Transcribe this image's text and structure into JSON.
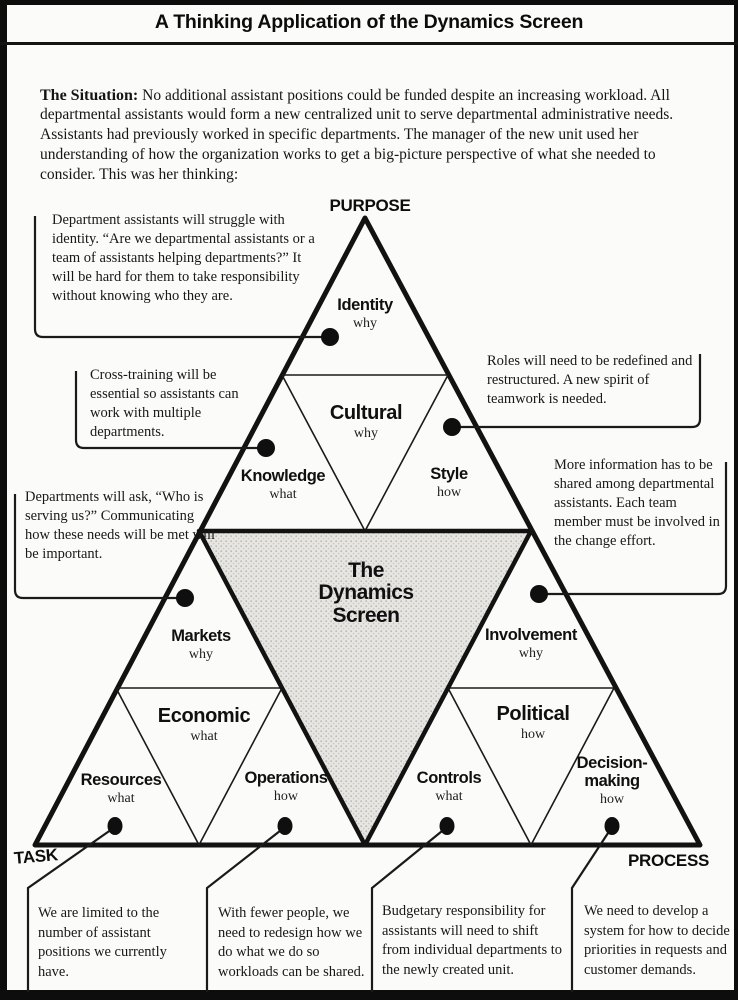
{
  "page": {
    "title": "A Thinking Application of the Dynamics Screen"
  },
  "situation": {
    "label": "The Situation:",
    "text": "No additional assistant positions could be funded despite an increasing workload. All departmental assistants would form a new centralized unit to serve departmental administrative needs. Assistants had previously worked in specific departments. The manager of the new unit used her understanding of how the organization works to get a big-picture perspective of what she needed to consider. This was her thinking:"
  },
  "triangle": {
    "corners": {
      "top": "PURPOSE",
      "bottom_left": "TASK",
      "bottom_right": "PROCESS"
    },
    "center": {
      "lines": [
        "The",
        "Dynamics",
        "Screen"
      ]
    },
    "sections": [
      {
        "name": "Identity",
        "sub": "why"
      },
      {
        "name": "Cultural",
        "sub": "why"
      },
      {
        "name": "Knowledge",
        "sub": "what"
      },
      {
        "name": "Style",
        "sub": "how"
      },
      {
        "name": "Markets",
        "sub": "why"
      },
      {
        "name": "Involvement",
        "sub": "why"
      },
      {
        "name": "Economic",
        "sub": "what"
      },
      {
        "name": "Political",
        "sub": "how"
      },
      {
        "name": "Resources",
        "sub": "what"
      },
      {
        "name": "Operations",
        "sub": "how"
      },
      {
        "name": "Controls",
        "sub": "what"
      },
      {
        "name": "Decision-making",
        "sub": "how"
      }
    ]
  },
  "callouts": {
    "identity": "Department assistants will struggle with identity. “Are we departmental assistants or a team of assistants helping departments?” It will be hard for them to take responsibility without knowing who they are.",
    "knowledge": "Cross-training will be essential so assistants can work with multiple departments.",
    "style": "Roles will need to be redefined and restructured. A new spirit of teamwork is needed.",
    "markets": "Departments will ask, “Who is serving us?” Communicating how these needs will be met will be important.",
    "involvement": "More information has to be shared among departmental assistants. Each team member must be involved in the change effort.",
    "resources": "We are limited to the number of assistant positions we currently have.",
    "operations": "With fewer people, we need to redesign how we do what we do so workloads can be shared.",
    "controls": "Budgetary responsibility for assistants will need to shift from individual departments to the newly created unit.",
    "decision_making": "We need to develop a system for how to decide priorities in requests and customer demands."
  },
  "colors": {
    "ink": "#141414",
    "screen_fill_base": "#e7e6e2",
    "screen_fill_dot": "#b9b8b1"
  }
}
